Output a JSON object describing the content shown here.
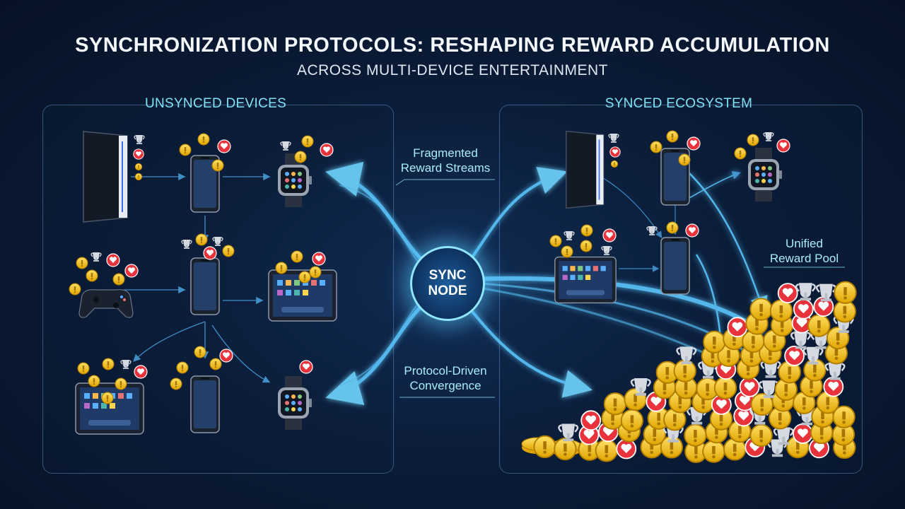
{
  "title": "SYNCHRONIZATION PROTOCOLS: RESHAPING REWARD ACCUMULATION",
  "subtitle": "ACROSS MULTI-DEVICE ENTERTAINMENT",
  "left_panel": {
    "label": "UNSYNCED DEVICES"
  },
  "right_panel": {
    "label": "SYNCED ECOSYSTEM"
  },
  "center_node": {
    "line1": "SYNC",
    "line2": "NODE"
  },
  "annotations": {
    "fragmented": [
      "Fragmented",
      "Reward Streams"
    ],
    "convergence": [
      "Protocol-Driven",
      "Convergence"
    ],
    "pool": [
      "Unified",
      "Reward Pool"
    ]
  },
  "colors": {
    "accent": "#7fe3f5",
    "flow": "#4fc3ff",
    "coin": "#f5c518",
    "heart": "#e8323c",
    "trophy": "#c9ced6"
  }
}
